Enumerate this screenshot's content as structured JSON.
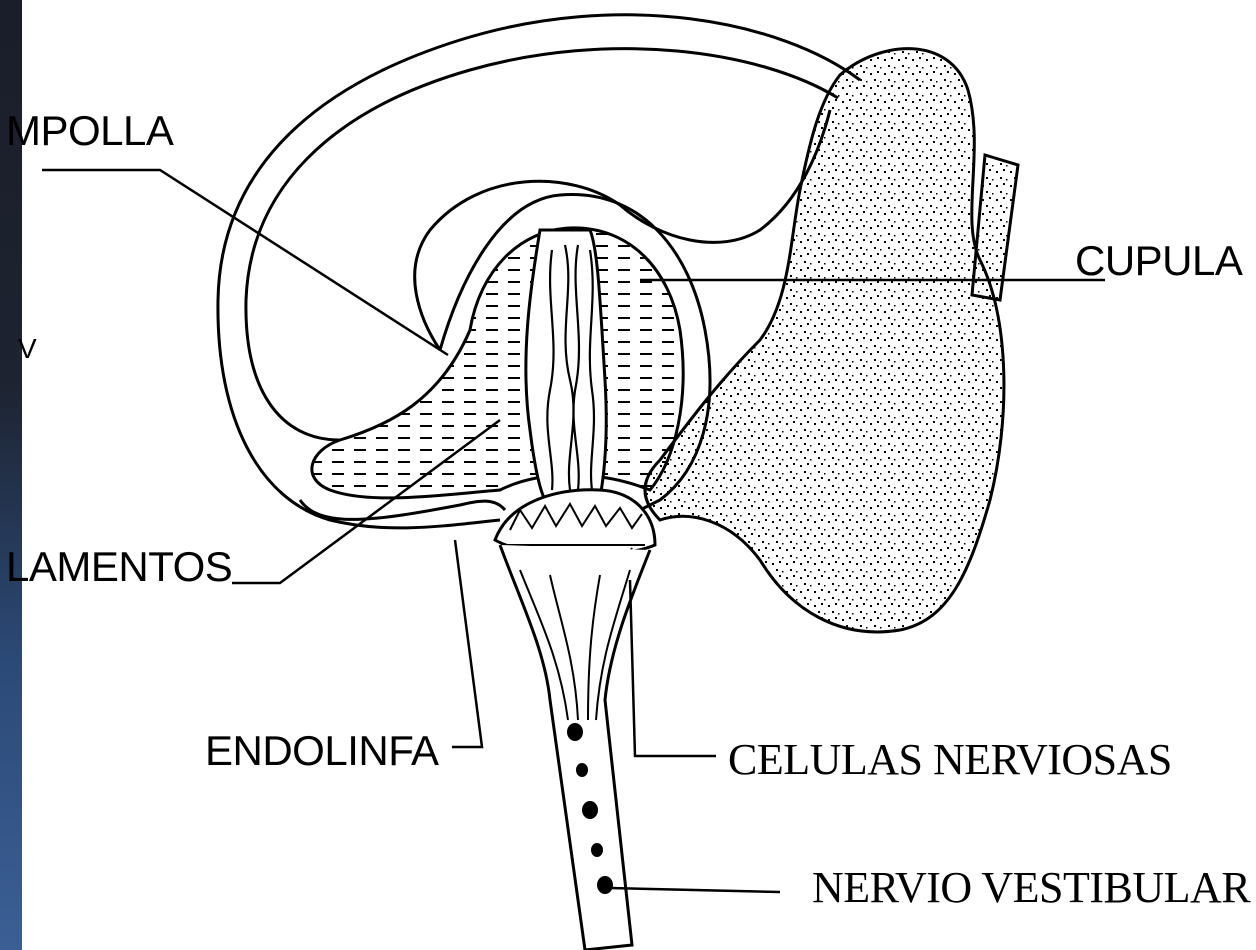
{
  "labels": {
    "ampolla": "MPOLLA",
    "cupula": "CUPULA",
    "filamentos": "LAMENTOS",
    "endolinfa": "ENDOLINFA",
    "celulas": "CELULAS NERVIOSAS",
    "nervio": "NERVIO VESTIBULAR",
    "edge_fragment": "V"
  },
  "colors": {
    "ink": "#000000",
    "paper": "#ffffff",
    "edge_top": "#1a1e2a",
    "edge_bottom": "#3b5f95"
  }
}
